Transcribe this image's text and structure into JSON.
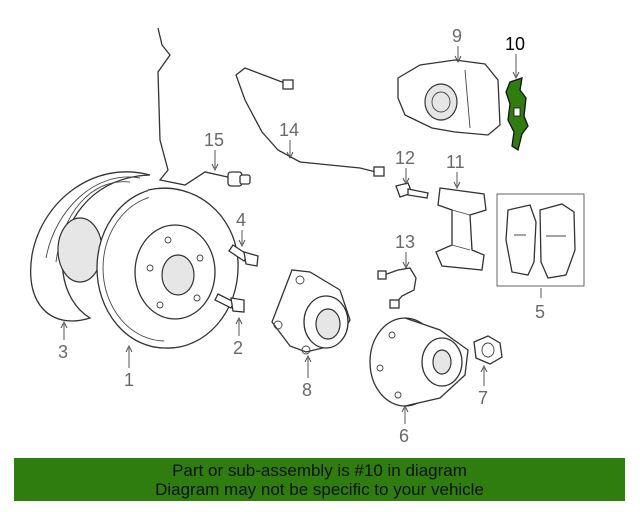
{
  "callouts": {
    "c1": "1",
    "c2": "2",
    "c3": "3",
    "c4": "4",
    "c5": "5",
    "c6": "6",
    "c7": "7",
    "c8": "8",
    "c9": "9",
    "c10": "10",
    "c11": "11",
    "c12": "12",
    "c13": "13",
    "c14": "14",
    "c15": "15"
  },
  "highlight_color": "#2e7d0e",
  "banner": {
    "line1": "Part or sub-assembly is #10 in diagram",
    "line2": "Diagram may not be specific to your vehicle"
  }
}
